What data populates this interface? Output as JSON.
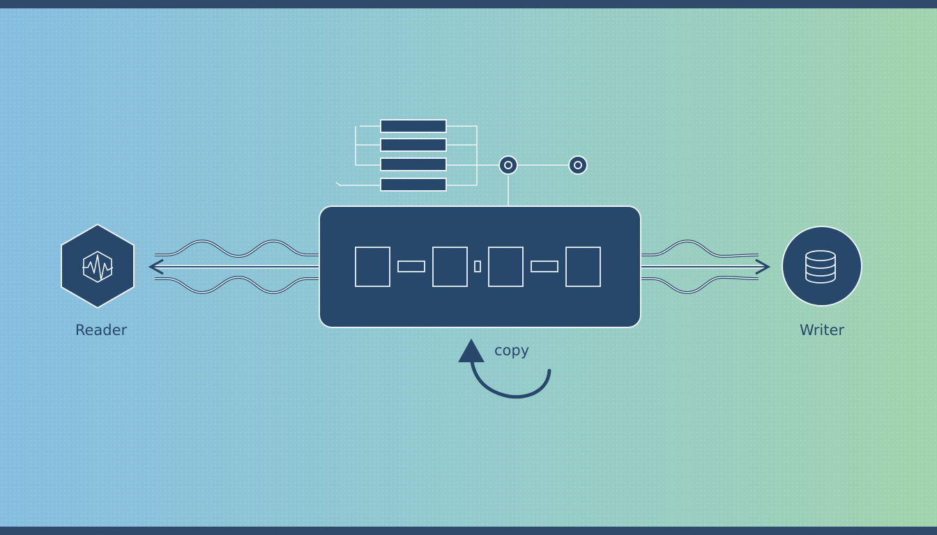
{
  "diagram": {
    "reader_label": "Reader",
    "writer_label": "Writer",
    "copy_label": "copy"
  },
  "icons": {
    "reader": "waveform-icon",
    "writer": "database-icon"
  },
  "colors": {
    "primary": "#27476b",
    "line_light": "#f2f7fa",
    "background_left": "#86bde0",
    "background_right": "#a1d3ac"
  }
}
